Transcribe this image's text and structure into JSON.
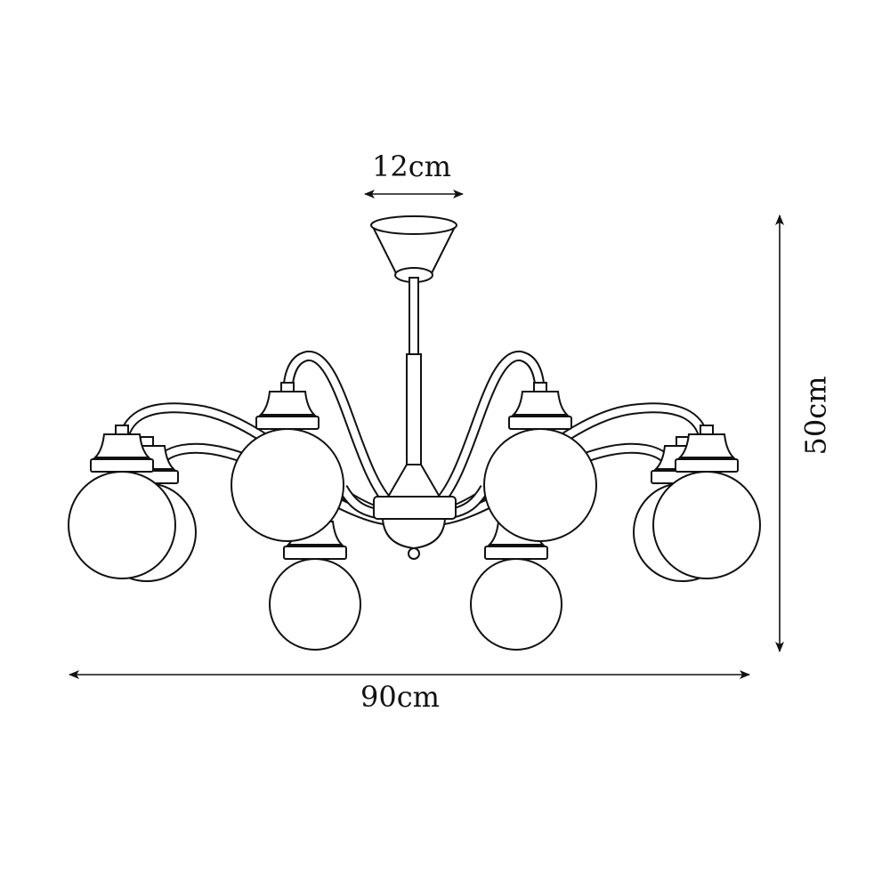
{
  "diagram": {
    "subject": "chandelier",
    "globe_count": 8,
    "line_color": "#111111",
    "background": "#ffffff",
    "dimensions": {
      "canopy_width": "12cm",
      "height": "50cm",
      "width": "90cm"
    }
  }
}
